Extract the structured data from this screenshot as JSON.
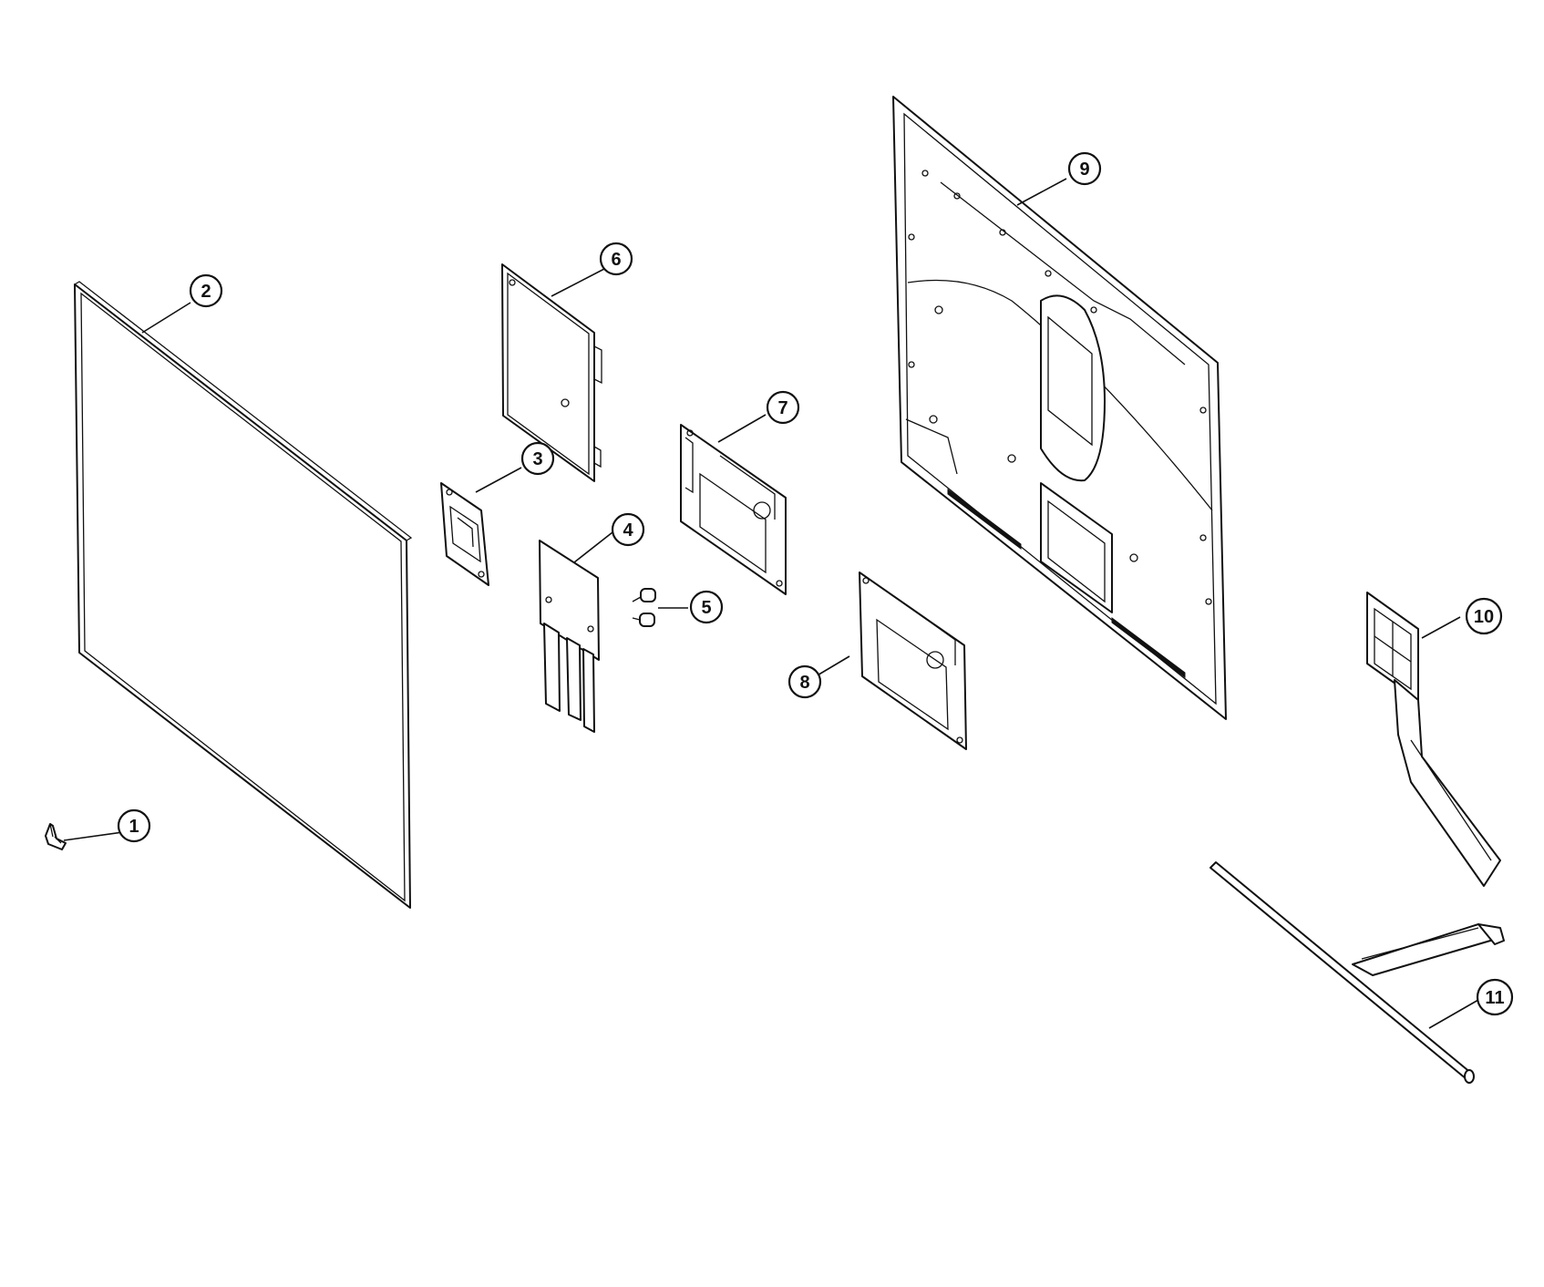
{
  "diagram": {
    "type": "exploded-parts-view",
    "callouts": [
      {
        "id": "1",
        "label": "1"
      },
      {
        "id": "2",
        "label": "2"
      },
      {
        "id": "3",
        "label": "3"
      },
      {
        "id": "4",
        "label": "4"
      },
      {
        "id": "5",
        "label": "5"
      },
      {
        "id": "6",
        "label": "6"
      },
      {
        "id": "7",
        "label": "7"
      },
      {
        "id": "8",
        "label": "8"
      },
      {
        "id": "9",
        "label": "9"
      },
      {
        "id": "10",
        "label": "10"
      },
      {
        "id": "11",
        "label": "11"
      }
    ],
    "colors": {
      "line": "#111111",
      "background": "#ffffff"
    }
  }
}
